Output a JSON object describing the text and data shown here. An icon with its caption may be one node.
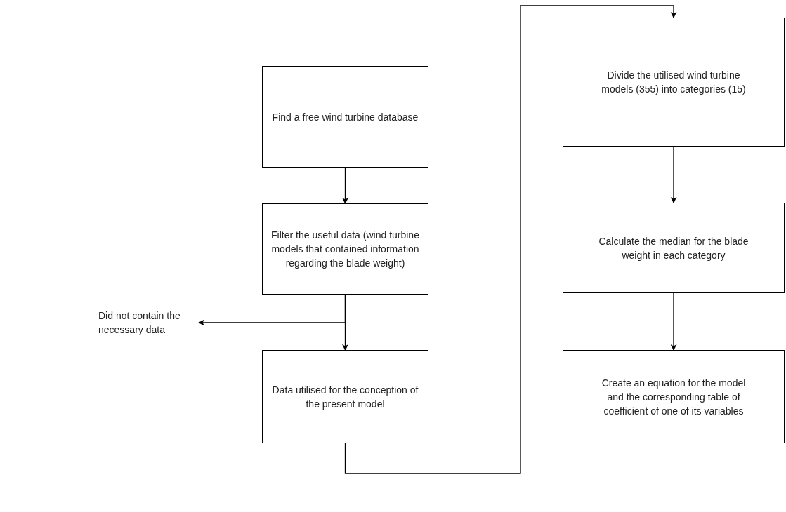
{
  "diagram": {
    "nodes": [
      {
        "text": [
          "Find a free wind turbine database"
        ]
      },
      {
        "text": [
          "Filter the useful data (wind turbine models that contained information regarding the blade weight)"
        ]
      },
      {
        "text": [
          "Did not contain the necessary data"
        ]
      },
      {
        "text": [
          "Data utilised for the conception of the present model"
        ]
      },
      {
        "text": [
          "Divide the utilised wind turbine models (355) into categories (15)"
        ]
      },
      {
        "text": [
          "Calculate the median for the blade weight in each category"
        ]
      },
      {
        "text": [
          "Create an equation for the model and the corresponding table of coefficient of one of its variables"
        ]
      }
    ],
    "edges": [
      {
        "from": 0,
        "to": 1,
        "arrow": "to"
      },
      {
        "from": 1,
        "to": 3,
        "arrow": "to"
      },
      {
        "from": 1,
        "to": 2,
        "arrow": "to"
      },
      {
        "from": 3,
        "to": 4,
        "arrow": "to"
      },
      {
        "from": 4,
        "to": 5,
        "arrow": "to"
      },
      {
        "from": 5,
        "to": 6,
        "arrow": "to"
      }
    ]
  }
}
